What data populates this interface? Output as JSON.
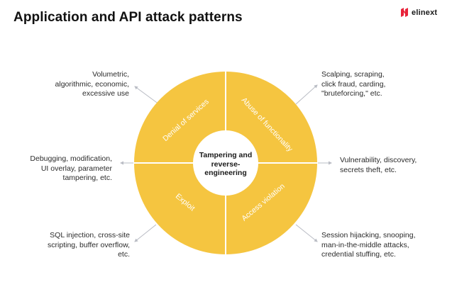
{
  "title": "Application and API attack patterns",
  "brand": {
    "name": "elinext",
    "accent": "#e8233a"
  },
  "colors": {
    "segment": "#f5c540",
    "arrow": "#b9bcc4"
  },
  "center_label": "Tampering and reverse-engineering",
  "segments": [
    {
      "label": "Denial of services"
    },
    {
      "label": "Abuse of functionality"
    },
    {
      "label": "Exploit"
    },
    {
      "label": "Access violation"
    }
  ],
  "notes": {
    "top_left": [
      "Volumetric,",
      "algorithmic, economic,",
      "excessive use"
    ],
    "top_right": [
      "Scalping, scraping,",
      "click fraud, carding,",
      "\"bruteforcing,\" etc."
    ],
    "mid_left": [
      "Debugging, modification,",
      "UI overlay, parameter",
      "tampering, etc."
    ],
    "mid_right": [
      "Vulnerability, discovery,",
      "secrets theft, etc."
    ],
    "bottom_left": [
      "SQL injection, cross-site",
      "scripting, buffer overflow,",
      "etc."
    ],
    "bottom_right": [
      "Session hijacking, snooping,",
      "man-in-the-middle attacks,",
      "credential stuffing, etc."
    ]
  }
}
